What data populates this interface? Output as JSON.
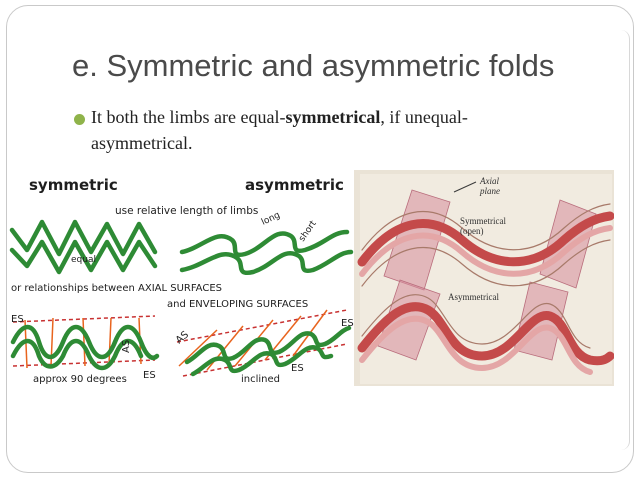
{
  "slide": {
    "title": "e. Symmetric and asymmetric folds",
    "bullet_prefix": "It both the limbs are equal-",
    "bullet_bold": "symmetrical",
    "bullet_suffix": ", if unequal-asymmetrical."
  },
  "left_diagram": {
    "label_symmetric": "symmetric",
    "label_asymmetric": "asymmetric",
    "note_limbs": "use relative length of limbs",
    "label_long": "long",
    "label_short": "short",
    "label_equal": "equal",
    "note_axial": "or relationships between AXIAL SURFACES",
    "note_enveloping": "and ENVELOPING SURFACES",
    "label_es_left": "ES",
    "label_as_left": "AS",
    "label_es_bottom_left": "ES",
    "caption_left": "approx 90 degrees",
    "label_as_right": "AS",
    "label_es_right": "ES",
    "label_es_bottom_right": "ES",
    "caption_right": "inclined"
  },
  "photo": {
    "label_axial": "Axial",
    "label_plane": "plane",
    "label_symmetrical": "Symmetrical",
    "label_open": "(open)",
    "label_asymmetrical": "Asymmetrical"
  },
  "colors": {
    "fold_green": "#2e8b35",
    "axial_orange": "#e8641e",
    "envelope_red": "#c83232",
    "bullet_green": "#8fb34a"
  }
}
